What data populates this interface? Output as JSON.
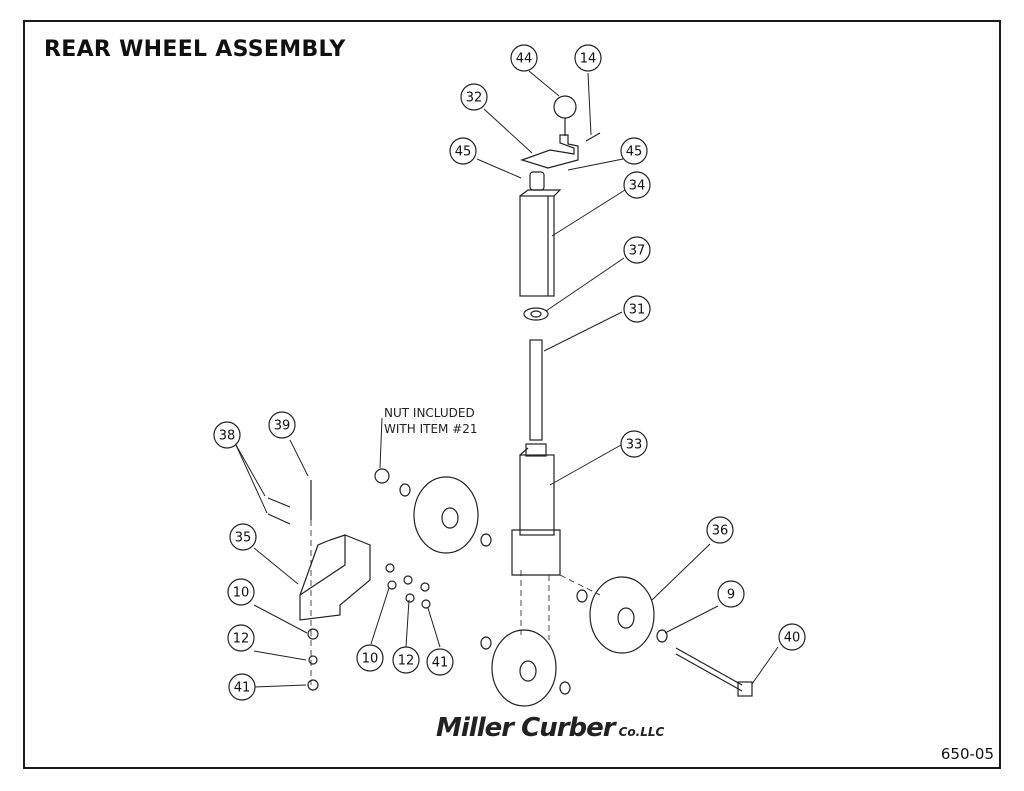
{
  "title": "REAR WHEEL ASSEMBLY",
  "drawing_number": "650-05",
  "note": {
    "line1": "NUT INCLUDED",
    "line2": "WITH ITEM #21"
  },
  "brand": {
    "name": "Miller Curber",
    "suffix": "Co.LLC"
  },
  "callouts": [
    "44",
    "14",
    "32",
    "45",
    "45",
    "34",
    "37",
    "31",
    "33",
    "38",
    "39",
    "35",
    "10",
    "12",
    "41",
    "10",
    "12",
    "41",
    "36",
    "9",
    "40"
  ]
}
